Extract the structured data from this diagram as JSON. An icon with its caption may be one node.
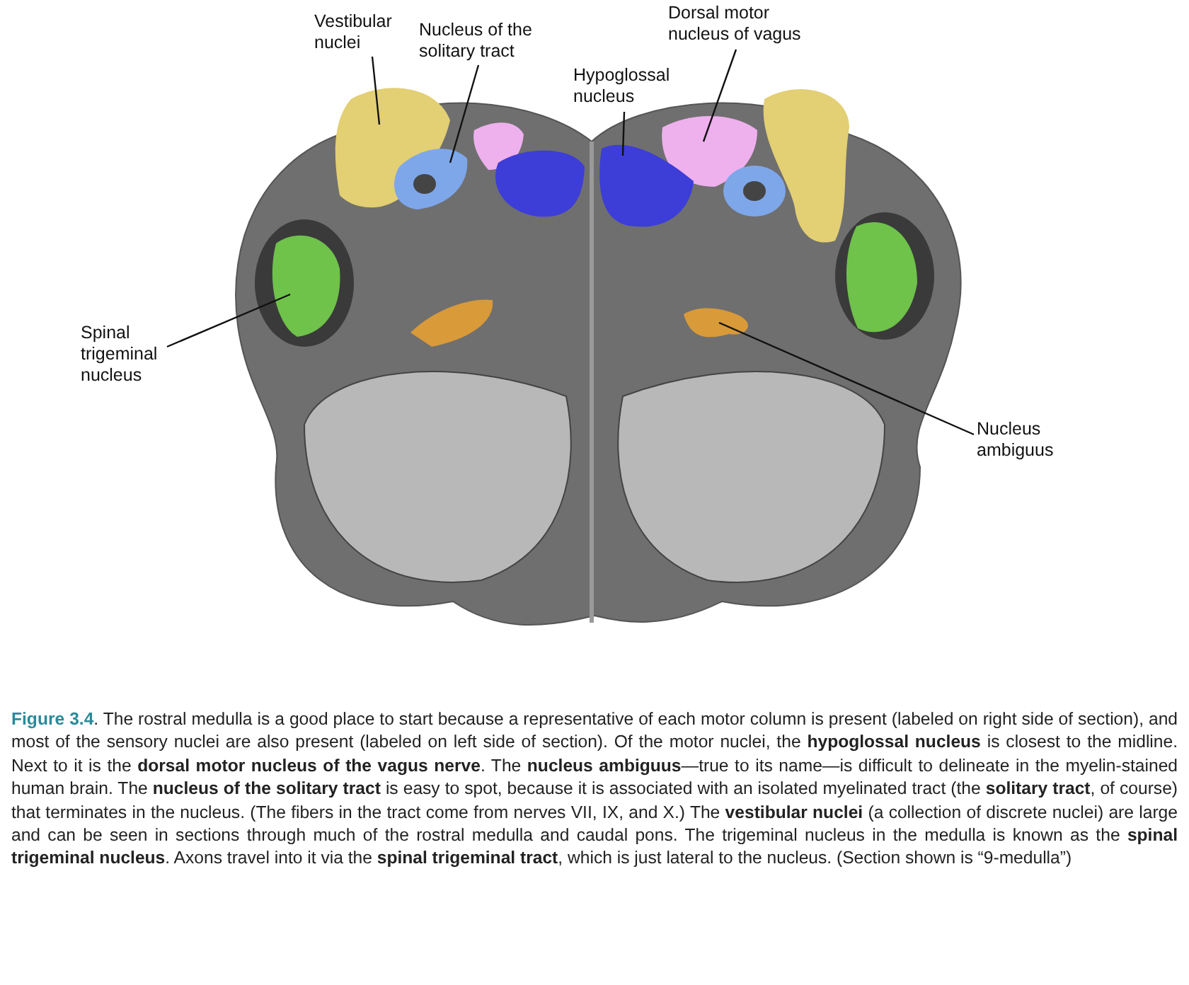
{
  "diagram": {
    "caption": "**Figure 3.4**. The rostral medulla is a good place to start because a representative of each motor column is present (labeled on right side of section), and most of the sensory nuclei are also present (labeled on left side of section). Of the motor nuclei, the **hypoglossal nucleus** is closest to the midline. Next to it is the **dorsal motor nucleus of the vagus nerve**. The **nucleus ambiguus**—true to its name—is difficult to delineate in the myelin-stained human brain. The **nucleus of the solitary tract** is easy to spot, because it is associated with an isolated myelinated tract (the **solitary tract**, of course) that terminates in the nucleus. (The fibers in the tract come from nerves VII, IX, and X.) The **vestibular nuclei** (a collection of discrete nuclei) are large and can be seen in sections through much of the rostral medulla and caudal pons. The trigeminal nucleus in the medulla is known as the **spinal trigeminal nucleus**. Axons travel into it via the **spinal trigeminal tract**, which is just lateral to the nucleus. (Section shown is “9-medulla”)",
    "nodes": [
      {
        "text": [
          "Vestibular nuclei"
        ]
      },
      {
        "text": [
          "Nucleus of the solitary tract"
        ]
      },
      {
        "text": [
          "Dorsal motor nucleus of vagus"
        ]
      },
      {
        "text": [
          "Hypoglossal nucleus"
        ]
      },
      {
        "text": [
          "Spinal trigeminal nucleus"
        ]
      },
      {
        "text": [
          "Nucleus ambiguus"
        ]
      },
      {
        "text": [],
        "shape": "blob"
      },
      {
        "text": [],
        "shape": "blob"
      },
      {
        "text": [],
        "shape": "blob"
      },
      {
        "text": [],
        "shape": "blob"
      },
      {
        "text": [],
        "shape": "blob"
      },
      {
        "text": [],
        "shape": "blob"
      },
      {
        "text": [],
        "shape": "blob"
      },
      {
        "text": [],
        "shape": "blob"
      },
      {
        "text": [],
        "shape": "blob"
      },
      {
        "text": [],
        "shape": "blob"
      },
      {
        "text": [],
        "shape": "blob"
      },
      {
        "text": [],
        "shape": "blob"
      }
    ],
    "edges": [
      {
        "from": 0,
        "to": 6,
        "arrow": "none"
      },
      {
        "from": 1,
        "to": 7,
        "arrow": "none"
      },
      {
        "from": 2,
        "to": 8,
        "arrow": "none"
      },
      {
        "from": 3,
        "to": 9,
        "arrow": "none"
      },
      {
        "from": 4,
        "to": 10,
        "arrow": "none"
      },
      {
        "from": 5,
        "to": 11,
        "arrow": "none"
      }
    ]
  }
}
